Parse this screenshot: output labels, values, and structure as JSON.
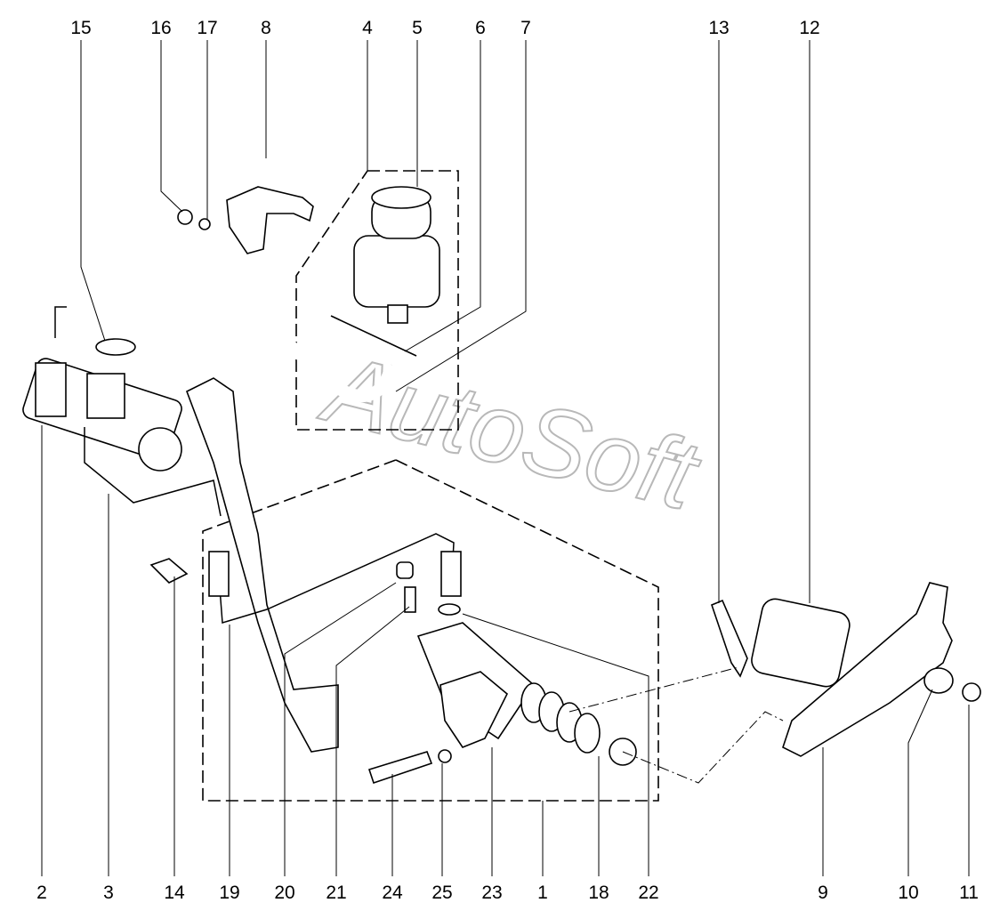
{
  "diagram": {
    "watermark": "AutoSoft",
    "top_callouts": [
      "15",
      "16",
      "17",
      "8",
      "4",
      "5",
      "6",
      "7",
      "13",
      "12"
    ],
    "bottom_callouts": [
      "2",
      "3",
      "14",
      "19",
      "20",
      "21",
      "24",
      "25",
      "23",
      "1",
      "18",
      "22",
      "9",
      "10",
      "11"
    ]
  }
}
